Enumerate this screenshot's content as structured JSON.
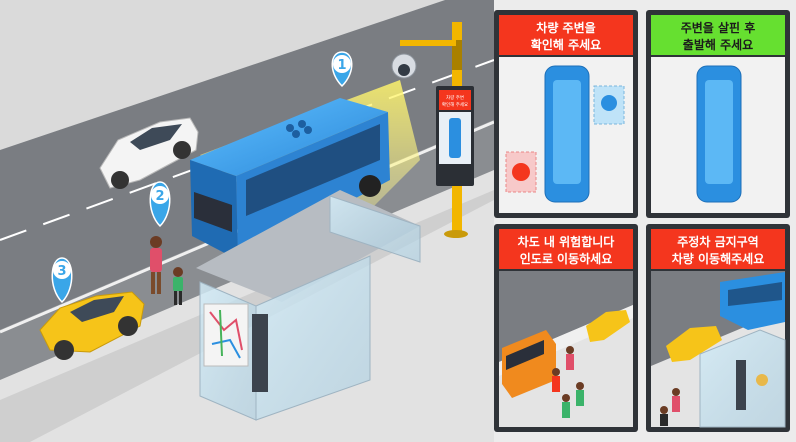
{
  "scene": {
    "markers": [
      "1",
      "2",
      "3"
    ],
    "sign_text": [
      "차량 주변",
      "확인해 주세요"
    ]
  },
  "panels": [
    {
      "line1": "차량 주변을",
      "line2": "확인해 주세요",
      "header_color": "#f4361e"
    },
    {
      "line1": "주변을 살핀 후",
      "line2": "출발해 주세요",
      "header_color": "#66e030"
    },
    {
      "line1": "차도 내 위험합니다",
      "line2": "인도로 이동하세요",
      "header_color": "#f4361e"
    },
    {
      "line1": "주정차 금지구역",
      "line2": "차량 이동해주세요",
      "header_color": "#f4361e"
    }
  ],
  "colors": {
    "bus": "#2b8fe0",
    "road": "#76797f",
    "sidewalk": "#d8d8d8",
    "marker": "#3aa6e8",
    "pole": "#f2b600"
  }
}
